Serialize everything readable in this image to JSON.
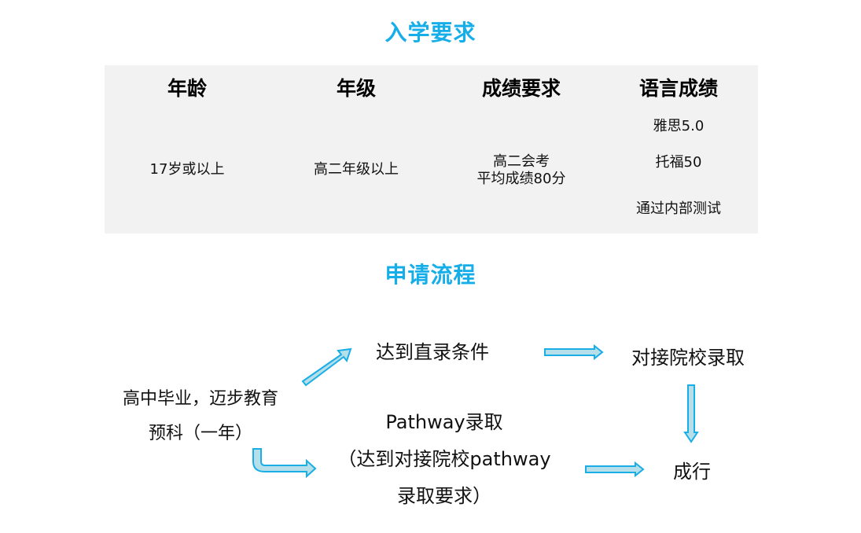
{
  "sections": {
    "requirements_title": "入学要求",
    "process_title": "申请流程"
  },
  "requirements": {
    "columns": [
      {
        "header": "年龄",
        "values": [
          "17岁或以上"
        ]
      },
      {
        "header": "年级",
        "values": [
          "高二年级以上"
        ]
      },
      {
        "header": "成绩要求",
        "values": [
          "高二会考",
          "平均成绩80分"
        ]
      },
      {
        "header": "语言成绩",
        "values": [
          "雅思5.0",
          "托福50",
          "通过内部测试"
        ]
      }
    ]
  },
  "flow": {
    "start": [
      "高中毕业，迈步教育",
      "预科（一年）"
    ],
    "direct": "达到直录条件",
    "partner_admission": "对接院校录取",
    "pathway": [
      "Pathway录取",
      "（达到对接院校pathway",
      "录取要求）"
    ],
    "success": "成行",
    "arrows": [
      {
        "from": "start",
        "to": "direct",
        "icon": "arrow-up-right"
      },
      {
        "from": "start",
        "to": "pathway",
        "icon": "arrow-bent-right"
      },
      {
        "from": "direct",
        "to": "partner_admission",
        "icon": "arrow-right"
      },
      {
        "from": "partner_admission",
        "to": "success",
        "icon": "arrow-down"
      },
      {
        "from": "pathway",
        "to": "success",
        "icon": "arrow-right"
      }
    ]
  },
  "colors": {
    "accent": "#16aee8",
    "panel_bg": "#f2f2f2",
    "arrow_fill": "#b7dfe9",
    "arrow_stroke": "#19aee6"
  }
}
